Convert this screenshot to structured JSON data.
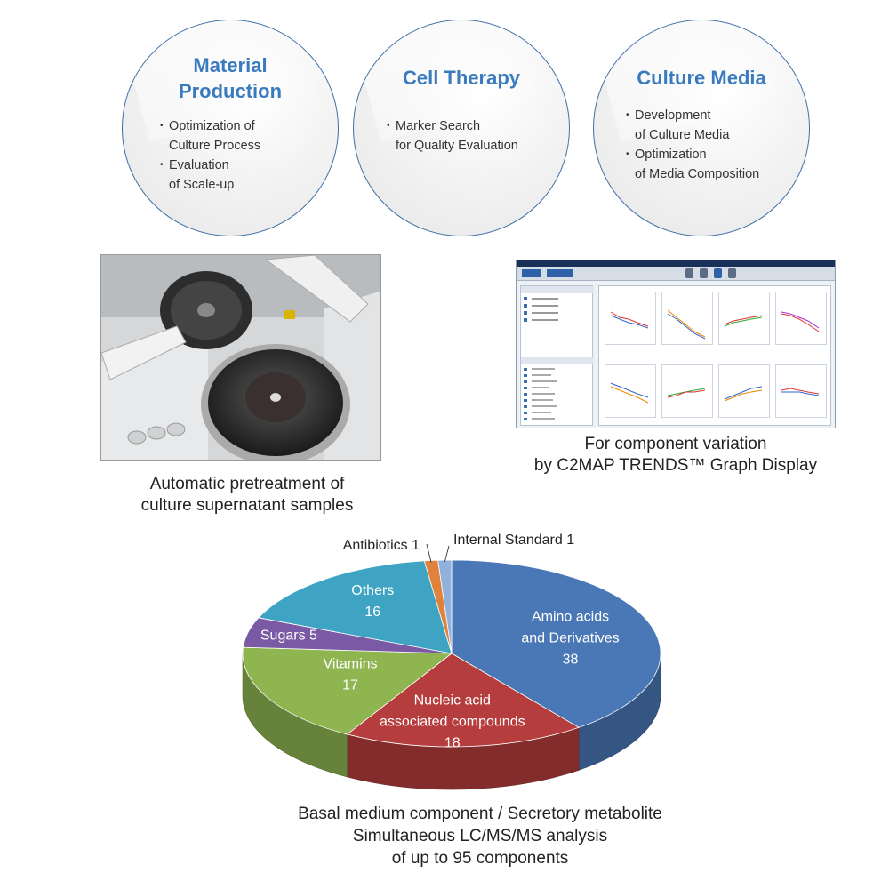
{
  "circles": [
    {
      "title_lines": [
        "Material",
        "Production"
      ],
      "items": [
        [
          "Optimization of",
          "Culture Process"
        ],
        [
          "Evaluation",
          "of Scale-up"
        ]
      ]
    },
    {
      "title_lines": [
        "Cell Therapy"
      ],
      "items": [
        [
          "Marker Search",
          "for Quality Evaluation"
        ]
      ]
    },
    {
      "title_lines": [
        "Culture Media"
      ],
      "items": [
        [
          "Development",
          "of Culture Media"
        ],
        [
          "Optimization",
          "of Media Composition"
        ]
      ]
    }
  ],
  "captions": {
    "instrument": [
      "Automatic pretreatment of",
      "culture supernatant samples"
    ],
    "software": [
      "For component variation",
      "by C2MAP TRENDS™ Graph Display"
    ],
    "pie": [
      "Basal medium component / Secretory metabolite",
      "Simultaneous LC/MS/MS analysis",
      "of up to 95 components"
    ]
  },
  "images": {
    "instrument_photo": "sample pretreatment instrument photo",
    "software_screenshot": "C2MAP TRENDS software screenshot"
  },
  "chart_data": {
    "type": "pie",
    "style": "3d-tilted",
    "total": 95,
    "slices": [
      {
        "label_lines": [
          "Amino acids",
          "and Derivatives"
        ],
        "value": 38,
        "color": "#4a77b6"
      },
      {
        "label_lines": [
          "Nucleic acid",
          "associated compounds"
        ],
        "value": 18,
        "color": "#b53d3d"
      },
      {
        "label_lines": [
          "Vitamins"
        ],
        "value": 17,
        "color": "#8fb550"
      },
      {
        "label_lines": [
          "Sugars 5"
        ],
        "value": 5,
        "color": "#7a5aa4"
      },
      {
        "label_lines": [
          "Others"
        ],
        "value": 16,
        "color": "#3fa4c4"
      },
      {
        "label_lines": [
          "Antibiotics 1"
        ],
        "value": 1,
        "color": "#e0823b"
      },
      {
        "label_lines": [
          "Internal Standard 1"
        ],
        "value": 1,
        "color": "#8fb1dc"
      }
    ]
  }
}
